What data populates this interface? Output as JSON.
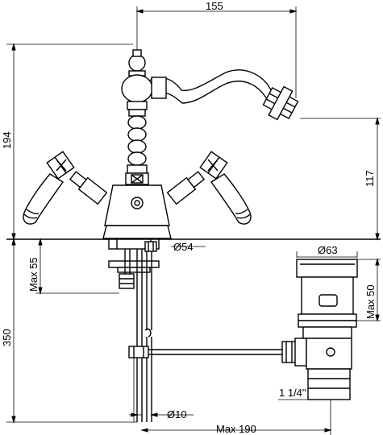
{
  "dimensions": {
    "top_width": "155",
    "overall_height": "194",
    "spout_height": "117",
    "max_deck": "Max 55",
    "total_length": "350",
    "base_diameter": "Ø54",
    "waste_diameter": "Ø63",
    "waste_max_height": "Max 50",
    "thread_size": "1 1/4\"",
    "rod_diameter": "Ø10",
    "max_rod": "Max 190"
  }
}
